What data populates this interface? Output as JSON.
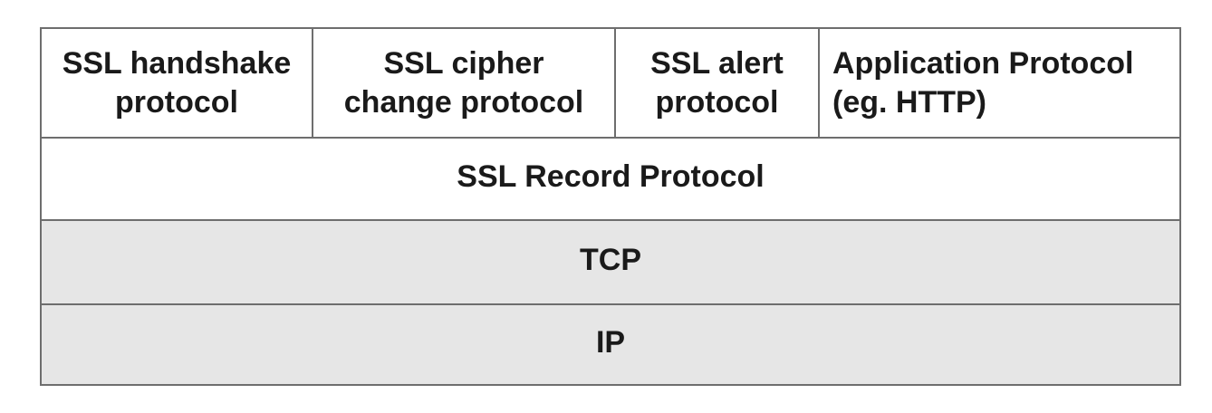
{
  "layers": {
    "application_layer": [
      "SSL handshake\nprotocol",
      "SSL cipher\nchange protocol",
      "SSL alert\nprotocol",
      "Application Protocol\n(eg. HTTP)"
    ],
    "record_layer": "SSL Record Protocol",
    "transport_layer": "TCP",
    "network_layer": "IP"
  },
  "colors": {
    "upper_layer_fill": "#ffffff",
    "lower_layer_fill": "#e6e6e6",
    "border": "#6e6e6e"
  }
}
